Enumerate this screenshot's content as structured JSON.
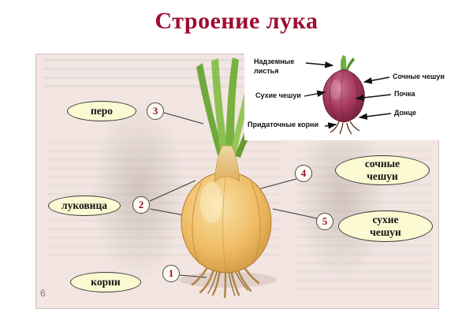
{
  "title": "Строение лука",
  "page_number": "6",
  "labels": {
    "pero": {
      "text": "перо",
      "number": "3"
    },
    "lukovitsa": {
      "text": "луковица",
      "number": "2"
    },
    "korni": {
      "text": "корни",
      "number": "1"
    },
    "sochnye": {
      "text": "сочные чешуи",
      "number": "4"
    },
    "sukhie": {
      "text": "сухие чешуи",
      "number": "5"
    }
  },
  "inset": {
    "nadzemnye": "Надземные листья",
    "sochnye": "Сочные чешуи",
    "sukhie": "Сухие чешуи",
    "pochka": "Почка",
    "dontse": "Донце",
    "pridatochnye": "Придаточные корни"
  },
  "colors": {
    "title_red": "#9e0b31",
    "panel_pink": "#f2e5e2",
    "label_yellow": "#fbfad2",
    "onion_bulb": "#eebb63",
    "onion_leaves": "#77b13e",
    "inset_onion": "#8e2747"
  }
}
